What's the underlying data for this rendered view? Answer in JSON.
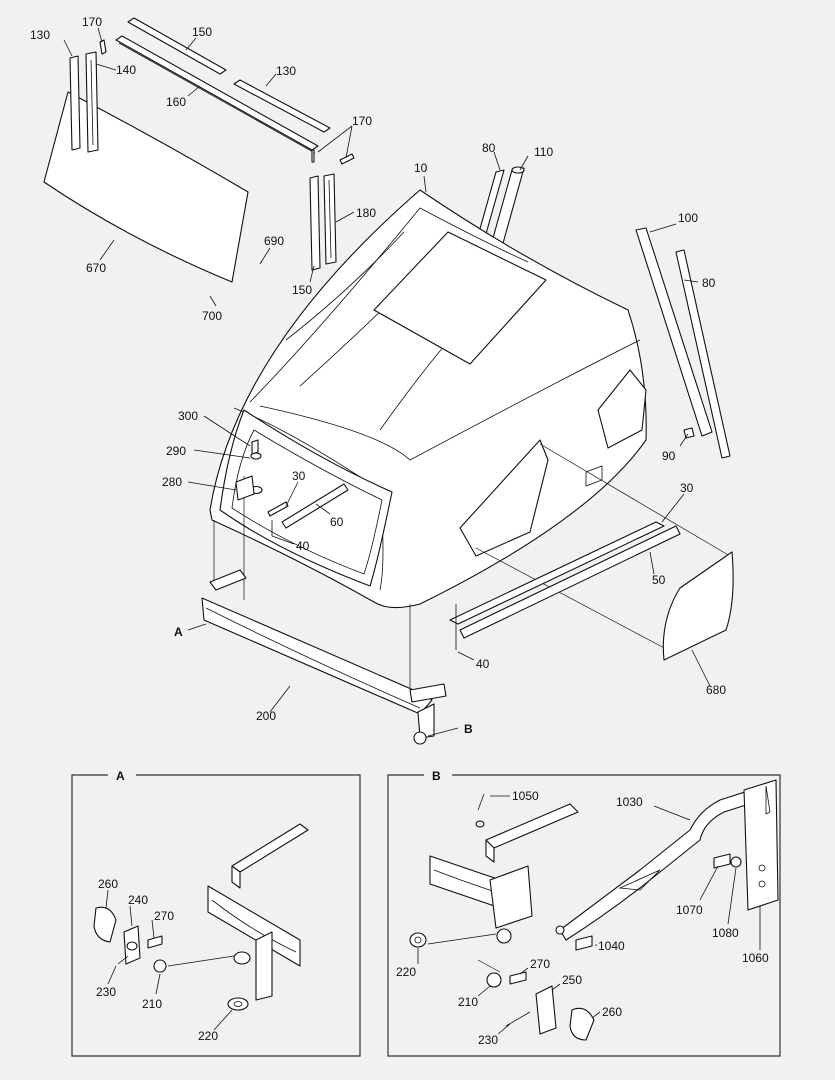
{
  "callouts": {
    "l130a": "130",
    "l170a": "170",
    "l140": "140",
    "l150a": "150",
    "l160": "160",
    "l130b": "130",
    "l170b": "170",
    "l180": "180",
    "l150b": "150",
    "l670": "670",
    "l690": "690",
    "l700": "700",
    "l10": "10",
    "l80a": "80",
    "l110": "110",
    "l100": "100",
    "l80b": "80",
    "l90": "90",
    "l300": "300",
    "l290": "290",
    "l280": "280",
    "l30a": "30",
    "l60": "60",
    "l40a": "40",
    "l30b": "30",
    "l50": "50",
    "l40b": "40",
    "l680": "680",
    "lA": "A",
    "l200": "200",
    "lB": "B"
  },
  "detail_a": {
    "title": "A",
    "callouts": {
      "l260": "260",
      "l240": "240",
      "l270": "270",
      "l230": "230",
      "l210": "210",
      "l220": "220"
    }
  },
  "detail_b": {
    "title": "B",
    "callouts": {
      "l1050": "1050",
      "l1030": "1030",
      "l1070": "1070",
      "l1080": "1080",
      "l1060": "1060",
      "l1040": "1040",
      "l220": "220",
      "l270": "270",
      "l250": "250",
      "l210": "210",
      "l260": "260",
      "l230": "230"
    }
  }
}
